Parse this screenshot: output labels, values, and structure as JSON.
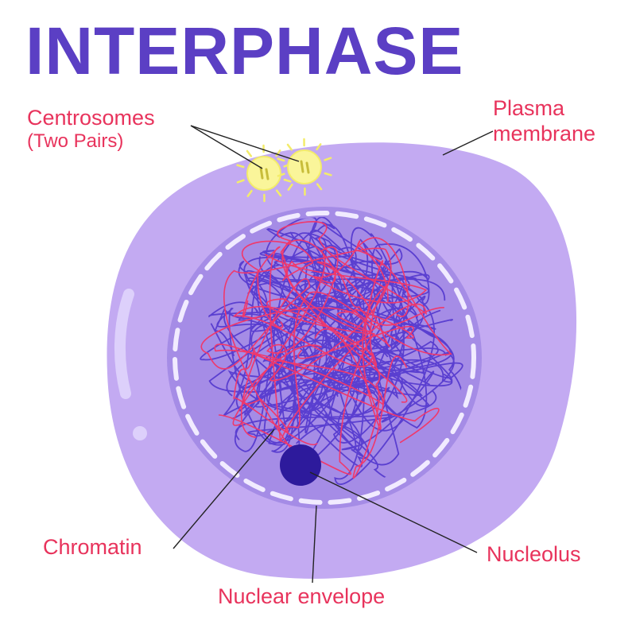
{
  "title": "INTERPHASE",
  "labels": {
    "centrosomes": "Centrosomes",
    "centrosomes_sub": "(Two Pairs)",
    "plasma_membrane_1": "Plasma",
    "plasma_membrane_2": "membrane",
    "chromatin": "Chromatin",
    "nucleolus": "Nucleolus",
    "nuclear_envelope": "Nuclear envelope"
  },
  "colors": {
    "title": "#5b3fc4",
    "label": "#e8335c",
    "cell": "#c3aaf2",
    "cell_highlight": "#ddd0fb",
    "nucleus": "#a58ce6",
    "envelope_dash": "#f1ebff",
    "chromatin_purple": "#5a3fd0",
    "chromatin_red": "#f0386b",
    "nucleolus": "#2d1a9c",
    "centrosome": "#faf59a",
    "centrosome_glow": "#f3ec6a",
    "leader_line": "#222222"
  }
}
